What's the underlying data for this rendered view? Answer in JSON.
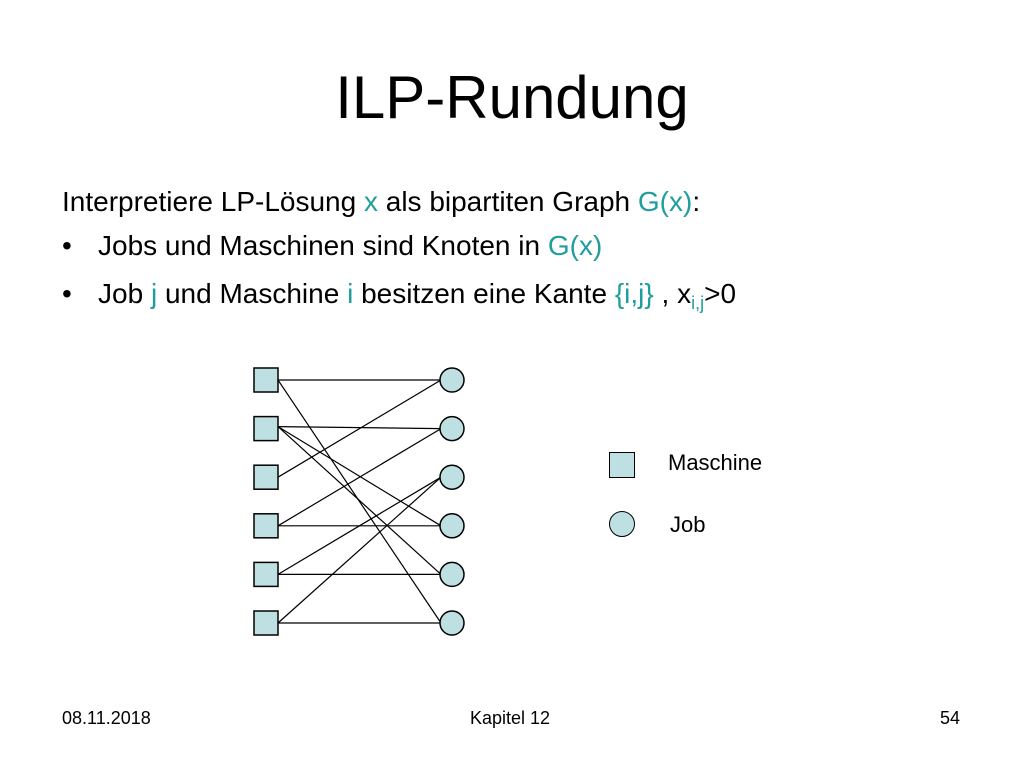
{
  "slide": {
    "title": "ILP-Rundung",
    "intro": {
      "t1": "Interpretiere LP-Lösung ",
      "x": "x",
      "t2": " als bipartiten Graph ",
      "gx": "G(x)",
      "t3": ":"
    },
    "bullets": [
      {
        "symbol": "•",
        "t1": "Jobs und Maschinen sind Knoten in ",
        "gx": "G(x)"
      },
      {
        "symbol": "•",
        "t1": "Job ",
        "j": "j",
        "t2": " und Maschine ",
        "i": "i",
        "t3": " besitzen eine Kante ",
        "edge": "{i,j}",
        "t4": " , x",
        "sub": "i,j",
        "t5": ">0"
      }
    ]
  },
  "graph": {
    "machines": 6,
    "jobs": 6,
    "edges": [
      [
        0,
        0
      ],
      [
        0,
        5
      ],
      [
        1,
        1
      ],
      [
        1,
        3
      ],
      [
        1,
        4
      ],
      [
        2,
        0
      ],
      [
        3,
        3
      ],
      [
        3,
        1
      ],
      [
        4,
        2
      ],
      [
        4,
        4
      ],
      [
        5,
        2
      ],
      [
        5,
        5
      ]
    ],
    "colors": {
      "fill": "#bfe0e3",
      "stroke": "#000000",
      "edge": "#000000"
    }
  },
  "legend": {
    "machine": "Maschine",
    "job": "Job"
  },
  "footer": {
    "date": "08.11.2018",
    "chapter": "Kapitel 12",
    "page": "54"
  }
}
